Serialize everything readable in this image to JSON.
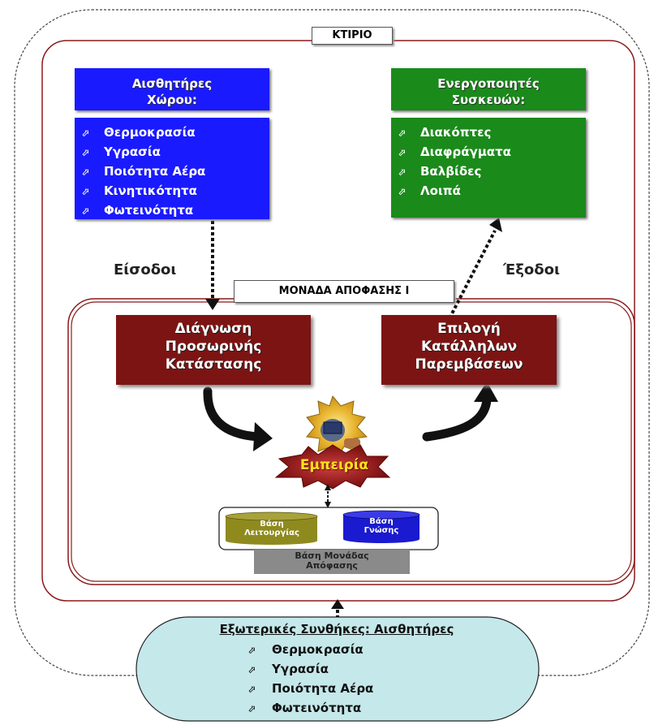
{
  "building": {
    "label": "ΚΤΙΡΙΟ"
  },
  "sensors": {
    "title_line1": "Αισθητήρες",
    "title_line2": "Χώρου:",
    "items": [
      "Θερμοκρασία",
      "Υγρασία",
      "Ποιότητα Αέρα",
      "Κινητικότητα",
      "Φωτεινότητα"
    ]
  },
  "actuators": {
    "title_line1": "Ενεργοποιητές",
    "title_line2": "Συσκευών:",
    "items": [
      "Διακόπτες",
      "Διαφράγματα",
      "Βαλβίδες",
      "Λοιπά"
    ]
  },
  "labels": {
    "inputs": "Είσοδοι",
    "outputs": "Έξοδοι"
  },
  "decision_unit": {
    "label": "ΜΟΝΑΔΑ ΑΠΟΦΑΣΗΣ Ι",
    "diagnosis_line1": "Διάγνωση",
    "diagnosis_line2": "Προσωρινής",
    "diagnosis_line3": "Κατάστασης",
    "selection_line1": "Επιλογή",
    "selection_line2": "Κατάλληλων",
    "selection_line3": "Παρεμβάσεων",
    "experience": "Εμπειρία"
  },
  "databases": {
    "operation_line1": "Βάση",
    "operation_line2": "Λειτουργίας",
    "knowledge_line1": "Βάση",
    "knowledge_line2": "Γνώσης",
    "unit_line1": "Βάση Μονάδας",
    "unit_line2": "Απόφασης"
  },
  "external": {
    "title": "Εξωτερικές Συνθήκες: Αισθητήρες",
    "items": [
      "Θερμοκρασία",
      "Υγρασία",
      "Ποιότητα Αέρα",
      "Φωτεινότητα"
    ]
  },
  "bullet_glyph": "⬀",
  "colors": {
    "sensor_blue": "#1a1aff",
    "actuator_green": "#1a8a1a",
    "decision_red": "#7d1414",
    "frame_red": "#8b1a1a",
    "external_fill": "#c5e8ea",
    "db_olive": "#8f8a1e",
    "db_blue": "#1a1ad0",
    "db_gray": "#8a8a8a"
  }
}
